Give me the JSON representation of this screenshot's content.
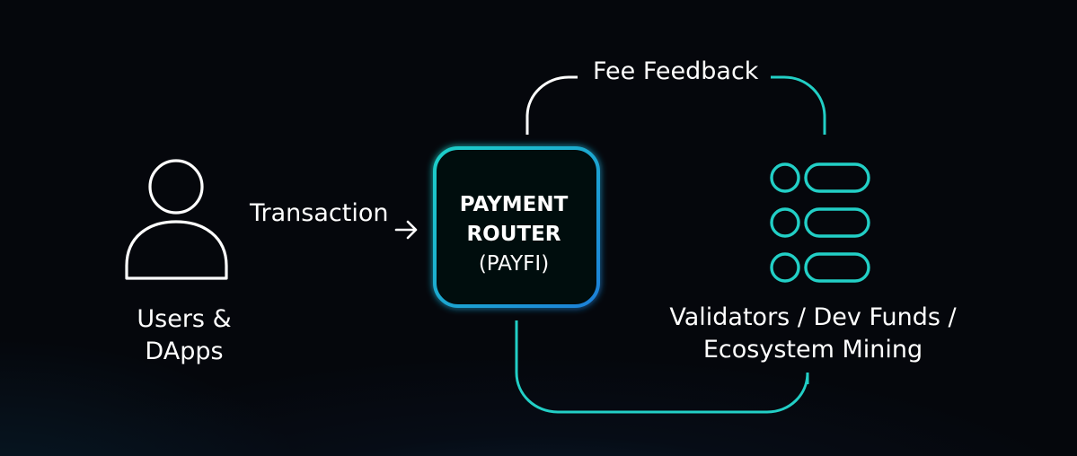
{
  "diagram": {
    "colors": {
      "accent_teal": "#22cfc6",
      "accent_blue": "#1e8fd6",
      "stroke_white": "#ffffff",
      "background": "#05070c"
    },
    "nodes": {
      "users": {
        "icon": "user-icon",
        "label_line1": "Users &",
        "label_line2": "DApps"
      },
      "router": {
        "line1": "PAYMENT",
        "line2": "ROUTER",
        "line3": "(PAYFI)"
      },
      "validators": {
        "icon": "list-stack-icon",
        "label_line1": "Validators / Dev Funds /",
        "label_line2": "Ecosystem Mining"
      }
    },
    "edges": {
      "transaction": {
        "label": "Transaction",
        "icon": "arrow-right-icon"
      },
      "fee_feedback": {
        "label": "Fee Feedback"
      }
    }
  }
}
